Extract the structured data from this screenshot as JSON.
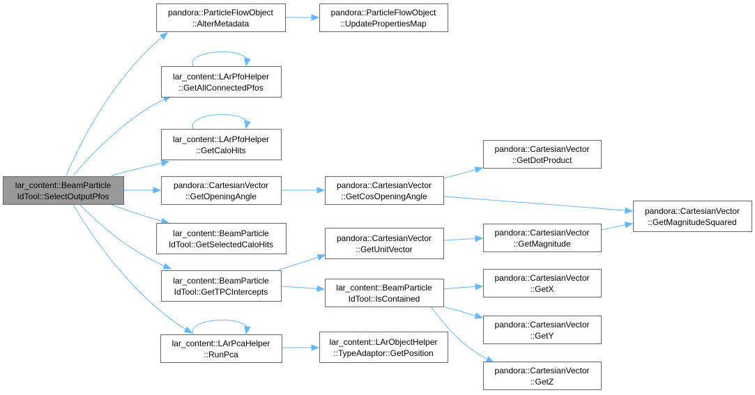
{
  "graph": {
    "colors": {
      "node_fill": "#ffffff",
      "root_fill": "#999999",
      "edge": "#63b8ff",
      "border": "#666666"
    },
    "nodes": [
      {
        "id": "select",
        "line1": "lar_content::BeamParticle",
        "line2": "IdTool::SelectOutputPfos",
        "root": true
      },
      {
        "id": "alter",
        "line1": "pandora::ParticleFlowObject",
        "line2": "::AlterMetadata"
      },
      {
        "id": "updmap",
        "line1": "pandora::ParticleFlowObject",
        "line2": "::UpdatePropertiesMap"
      },
      {
        "id": "allconn",
        "line1": "lar_content::LArPfoHelper",
        "line2": "::GetAllConnectedPfos"
      },
      {
        "id": "calohits",
        "line1": "lar_content::LArPfoHelper",
        "line2": "::GetCaloHits"
      },
      {
        "id": "opening",
        "line1": "pandora::CartesianVector",
        "line2": "::GetOpeningAngle"
      },
      {
        "id": "cosopen",
        "line1": "pandora::CartesianVector",
        "line2": "::GetCosOpeningAngle"
      },
      {
        "id": "dot",
        "line1": "pandora::CartesianVector",
        "line2": "::GetDotProduct"
      },
      {
        "id": "magsq",
        "line1": "pandora::CartesianVector",
        "line2": "::GetMagnitudeSquared"
      },
      {
        "id": "selcalo",
        "line1": "lar_content::BeamParticle",
        "line2": "IdTool::GetSelectedCaloHits"
      },
      {
        "id": "unitvec",
        "line1": "pandora::CartesianVector",
        "line2": "::GetUnitVector"
      },
      {
        "id": "mag",
        "line1": "pandora::CartesianVector",
        "line2": "::GetMagnitude"
      },
      {
        "id": "tpc",
        "line1": "lar_content::BeamParticle",
        "line2": "IdTool::GetTPCIntercepts"
      },
      {
        "id": "contained",
        "line1": "lar_content::BeamParticle",
        "line2": "IdTool::IsContained"
      },
      {
        "id": "getx",
        "line1": "pandora::CartesianVector",
        "line2": "::GetX"
      },
      {
        "id": "gety",
        "line1": "pandora::CartesianVector",
        "line2": "::GetY"
      },
      {
        "id": "getz",
        "line1": "pandora::CartesianVector",
        "line2": "::GetZ"
      },
      {
        "id": "runpca",
        "line1": "lar_content::LArPcaHelper",
        "line2": "::RunPca"
      },
      {
        "id": "getpos",
        "line1": "lar_content::LArObjectHelper",
        "line2": "::TypeAdaptor::GetPosition"
      }
    ],
    "edges": [
      {
        "from": "select",
        "to": "alter"
      },
      {
        "from": "select",
        "to": "allconn"
      },
      {
        "from": "select",
        "to": "calohits"
      },
      {
        "from": "select",
        "to": "opening"
      },
      {
        "from": "select",
        "to": "selcalo"
      },
      {
        "from": "select",
        "to": "tpc"
      },
      {
        "from": "select",
        "to": "runpca"
      },
      {
        "from": "alter",
        "to": "updmap"
      },
      {
        "from": "allconn",
        "to": "allconn"
      },
      {
        "from": "calohits",
        "to": "calohits"
      },
      {
        "from": "opening",
        "to": "cosopen"
      },
      {
        "from": "cosopen",
        "to": "dot"
      },
      {
        "from": "cosopen",
        "to": "magsq"
      },
      {
        "from": "unitvec",
        "to": "mag"
      },
      {
        "from": "mag",
        "to": "magsq"
      },
      {
        "from": "tpc",
        "to": "unitvec"
      },
      {
        "from": "tpc",
        "to": "contained"
      },
      {
        "from": "contained",
        "to": "getx"
      },
      {
        "from": "contained",
        "to": "gety"
      },
      {
        "from": "contained",
        "to": "getz"
      },
      {
        "from": "runpca",
        "to": "runpca"
      },
      {
        "from": "runpca",
        "to": "getpos"
      }
    ]
  }
}
